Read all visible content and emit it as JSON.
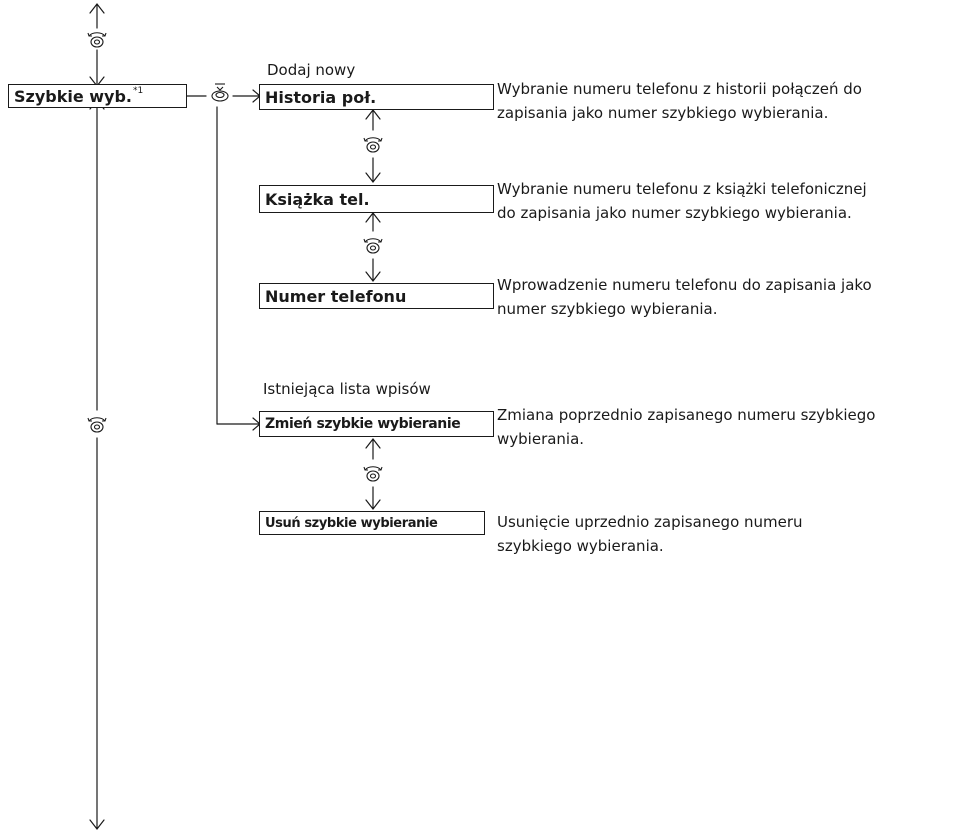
{
  "menu": {
    "label": "Szybkie wyb.",
    "footnote": "*1"
  },
  "groups": {
    "add_new": "Dodaj nowy",
    "existing": "Istniejąca lista wpisów"
  },
  "options": [
    {
      "label": "Historia poł.",
      "description_lines": [
        "Wybranie numeru telefonu z historii połączeń do",
        "zapisania jako numer szybkiego wybierania."
      ]
    },
    {
      "label": "Książka tel.",
      "description_lines": [
        "Wybranie numeru telefonu z książki telefonicznej",
        "do zapisania jako numer szybkiego wybierania."
      ]
    },
    {
      "label": "Numer telefonu",
      "description_lines": [
        "Wprowadzenie numeru telefonu do zapisania jako",
        "numer szybkiego wybierania."
      ]
    },
    {
      "label": "Zmień szybkie wybieranie",
      "description_lines": [
        "Zmiana poprzednio zapisanego numeru szybkiego",
        "wybierania."
      ]
    },
    {
      "label": "Usuń szybkie wybieranie",
      "description_lines": [
        "Usunięcie uprzednio zapisanego numeru",
        "szybkiego wybierania."
      ]
    }
  ]
}
